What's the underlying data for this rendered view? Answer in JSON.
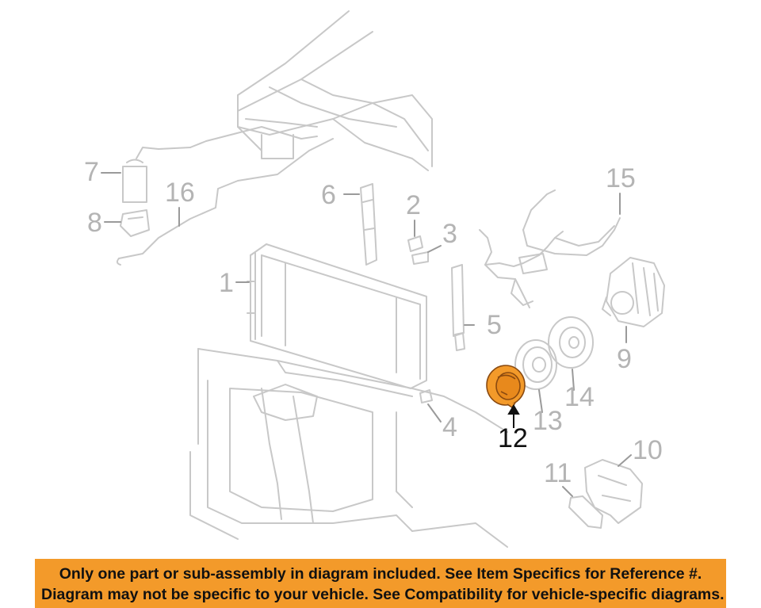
{
  "diagram": {
    "highlighted_part": "12",
    "highlight_color": "#f39a2a",
    "line_color": "#c8c8c8",
    "callouts": [
      {
        "id": "c1",
        "label": "1"
      },
      {
        "id": "c2",
        "label": "2"
      },
      {
        "id": "c3",
        "label": "3"
      },
      {
        "id": "c4",
        "label": "4"
      },
      {
        "id": "c5",
        "label": "5"
      },
      {
        "id": "c6",
        "label": "6"
      },
      {
        "id": "c7",
        "label": "7"
      },
      {
        "id": "c8",
        "label": "8"
      },
      {
        "id": "c9",
        "label": "9"
      },
      {
        "id": "c10",
        "label": "10"
      },
      {
        "id": "c11",
        "label": "11"
      },
      {
        "id": "c12",
        "label": "12"
      },
      {
        "id": "c13",
        "label": "13"
      },
      {
        "id": "c14",
        "label": "14"
      },
      {
        "id": "c15",
        "label": "15"
      },
      {
        "id": "c16",
        "label": "16"
      }
    ]
  },
  "banner": {
    "line1": "Only one part or sub-assembly in diagram included. See Item Specifics for Reference #.",
    "line2": "Diagram may not be specific to your vehicle. See Compatibility for vehicle-specific diagrams.",
    "background": "#f39a2a"
  }
}
